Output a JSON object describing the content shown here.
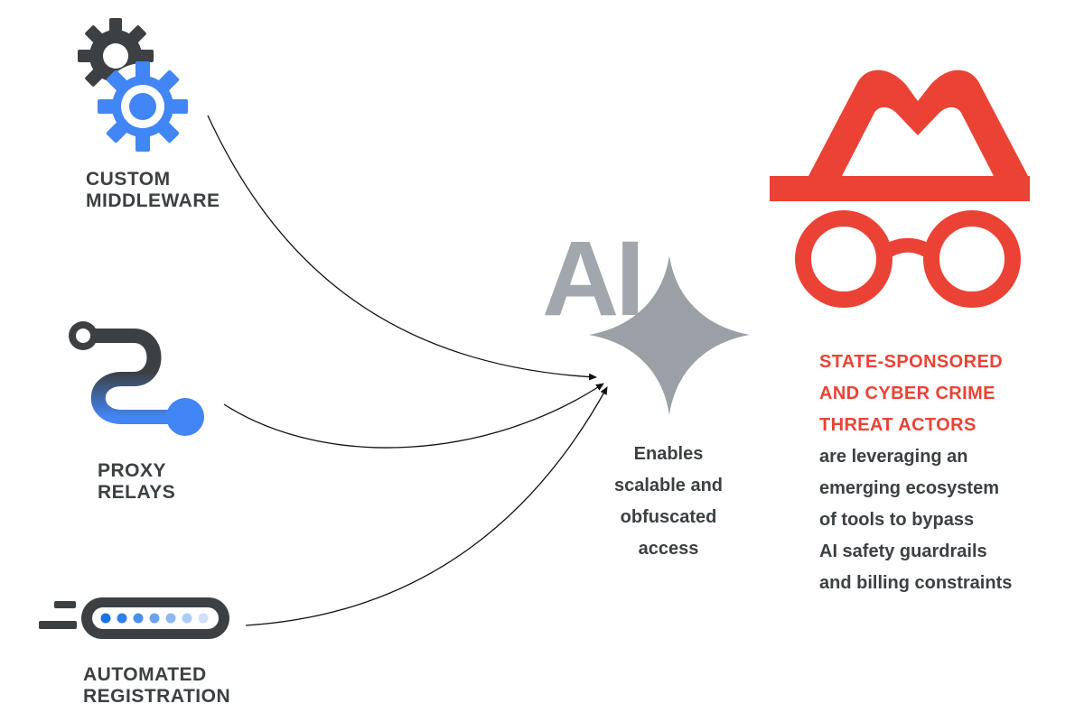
{
  "sources": [
    {
      "id": "middleware",
      "label_lines": [
        "CUSTOM",
        "MIDDLEWARE"
      ],
      "icon": "gear-icon"
    },
    {
      "id": "proxy",
      "label_lines": [
        "PROXY",
        "RELAYS"
      ],
      "icon": "route-icon"
    },
    {
      "id": "registration",
      "label_lines": [
        "AUTOMATED",
        "REGISTRATION"
      ],
      "icon": "progress-pill-icon"
    }
  ],
  "center": {
    "mark": "AI",
    "icon": "sparkle-icon",
    "description_lines": [
      "Enables",
      "scalable and",
      "obfuscated",
      "access"
    ]
  },
  "threat": {
    "icon": "incognito-icon",
    "heading_lines": [
      "STATE-SPONSORED",
      "AND CYBER CRIME",
      "THREAT ACTORS"
    ],
    "body_lines": [
      "are leveraging an",
      "emerging ecosystem",
      "of tools to bypass",
      "AI safety guardrails",
      "and billing constraints"
    ]
  },
  "colors": {
    "blue": "#4285f4",
    "dark": "#3c4043",
    "red": "#ea4335",
    "grey": "#9aa0a6"
  }
}
